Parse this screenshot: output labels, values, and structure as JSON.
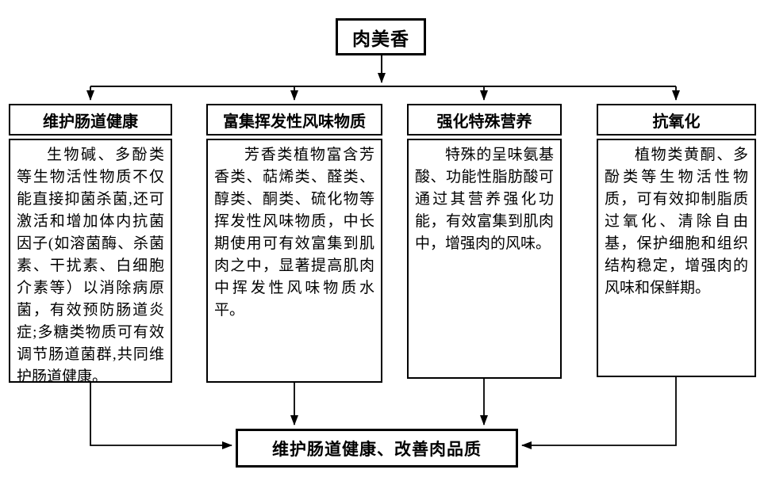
{
  "diagram": {
    "root_label": "肉美香",
    "columns": [
      {
        "title": "维护肠道健康",
        "body": "生物碱、多酚类等生物活性物质不仅能直接抑菌杀菌,还可激活和增加体内抗菌因子(如溶菌酶、杀菌素、干扰素、白细胞介素等）以消除病原菌，有效预防肠道炎症;多糖类物质可有效调节肠道菌群,共同维护肠道健康。"
      },
      {
        "title": "富集挥发性风味物质",
        "body": "芳香类植物富含芳香类、萜烯类、醛类、醇类、酮类、硫化物等挥发性风味物质，中长期使用可有效富集到肌肉之中，显著提高肌肉中挥发性风味物质水平。"
      },
      {
        "title": "强化特殊营养",
        "body": "特殊的呈味氨基酸、功能性脂肪酸可通过其营养强化功能，有效富集到肌肉中，增强肉的风味。"
      },
      {
        "title": "抗氧化",
        "body": "植物类黄酮、多酚类等生物活性物质，可有效抑制脂质过氧化、清除自由基，保护细胞和组织结构稳定，增强肉的风味和保鲜期。"
      }
    ],
    "result_label": "维护肠道健康、改善肉品质",
    "colors": {
      "line": "#000000",
      "border": "#000000",
      "background": "#ffffff",
      "text": "#000000"
    }
  }
}
